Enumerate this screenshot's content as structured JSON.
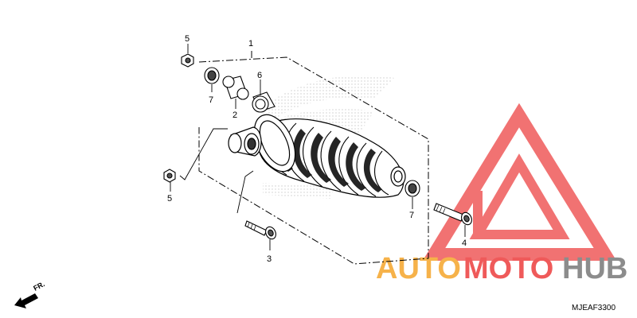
{
  "callouts": {
    "n1": "1",
    "n2": "2",
    "n3": "3",
    "n4": "4",
    "n5_top": "5",
    "n5_left": "5",
    "n6": "6",
    "n7_top": "7",
    "n7_right": "7"
  },
  "direction_label": "FR.",
  "diagram_code": "MJEAF3300",
  "watermark": {
    "brand_part1": "AUTO",
    "brand_part2": "MOTO",
    "brand_part3": "HUB",
    "color_orange": "#f6b24a",
    "color_red": "#ef5a5a",
    "color_gray": "#8c8c8c"
  }
}
